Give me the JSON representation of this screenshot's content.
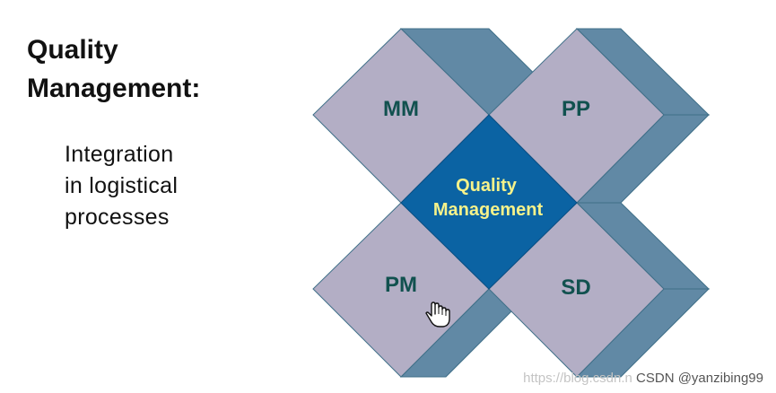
{
  "heading": {
    "line1": "Quality",
    "line2": "Management:"
  },
  "subheading": {
    "line1": "Integration",
    "line2": "in logistical",
    "line3": "processes"
  },
  "modules": {
    "top_left": "MM",
    "top_right": "PP",
    "bottom_left": "PM",
    "bottom_right": "SD"
  },
  "center": {
    "line1": "Quality",
    "line2": "Management"
  },
  "watermark": {
    "faint": "https://blog.csdn.n",
    "strong": "CSDN @yanzibing99"
  },
  "colors": {
    "diamond_face": "#b3aec5",
    "diamond_side": "#6189a5",
    "center_fill": "#0b63a3",
    "module_text": "#11514f",
    "center_text": "#f6f28a"
  }
}
